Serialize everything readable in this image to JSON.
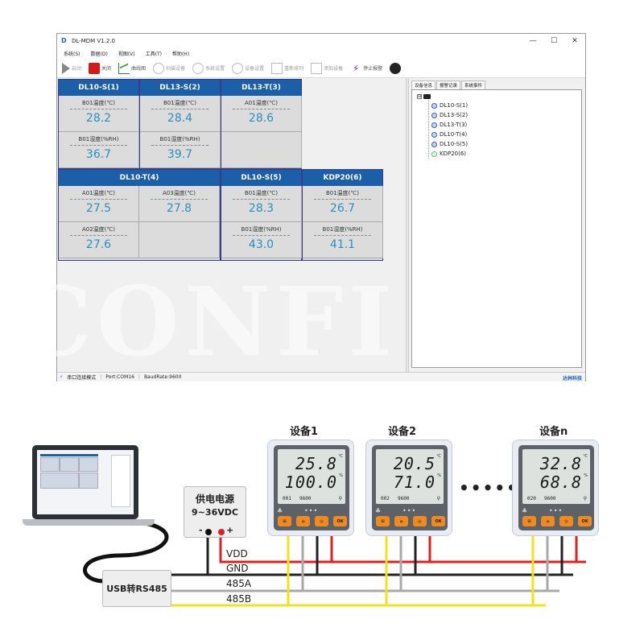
{
  "window": {
    "title": "DL-MDM V1.2.0",
    "app_icon": "D",
    "controls": [
      "—",
      "☐",
      "✕"
    ]
  },
  "menu": [
    "系统(S)",
    "数据(D)",
    "视图(V)",
    "工具(T)",
    "帮助(H)"
  ],
  "toolbar": [
    {
      "label": "启动",
      "icon": "play-icon",
      "enabled": false
    },
    {
      "label": "关闭",
      "icon": "stop-icon",
      "enabled": true
    },
    {
      "label": "曲线图",
      "icon": "curve-icon",
      "enabled": true
    },
    {
      "label": "扫描设备",
      "icon": "scan-icon",
      "enabled": false
    },
    {
      "label": "系统设置",
      "icon": "gear-icon",
      "enabled": false
    },
    {
      "label": "设备设置",
      "icon": "device-settings-icon",
      "enabled": false
    },
    {
      "label": "重新排列",
      "icon": "arrange-icon",
      "enabled": false
    },
    {
      "label": "添加设备",
      "icon": "add-device-icon",
      "enabled": false
    },
    {
      "label": "停止报警",
      "icon": "alarm-icon",
      "enabled": true
    }
  ],
  "cards": [
    {
      "title": "DL10-S(1)",
      "cells": [
        {
          "label": "B01温度(℃)",
          "value": "28.2"
        },
        {
          "label": "B01湿度(%RH)",
          "value": "36.7"
        }
      ]
    },
    {
      "title": "DL13-S(2)",
      "cells": [
        {
          "label": "B01温度(℃)",
          "value": "28.4"
        },
        {
          "label": "B01湿度(%RH)",
          "value": "39.7"
        }
      ]
    },
    {
      "title": "DL13-T(3)",
      "cells": [
        {
          "label": "A01温度(℃)",
          "value": "28.6"
        }
      ]
    },
    {
      "title": "DL10-T(4)",
      "cells": [
        {
          "label": "A01温度(℃)",
          "value": "27.5"
        },
        {
          "label": "A03温度(℃)",
          "value": "27.8"
        },
        {
          "label": "A02温度(℃)",
          "value": "27.6"
        }
      ]
    },
    {
      "title": "DL10-S(5)",
      "cells": [
        {
          "label": "B01温度(℃)",
          "value": "28.3"
        },
        {
          "label": "B01湿度(%RH)",
          "value": "43.0"
        }
      ]
    },
    {
      "title": "KDP20(6)",
      "cells": [
        {
          "label": "B01温度(℃)",
          "value": "26.7"
        },
        {
          "label": "B01湿度(%RH)",
          "value": "41.1"
        }
      ]
    }
  ],
  "side_tabs": [
    "设备信息",
    "报警记录",
    "系统事件"
  ],
  "tree": {
    "root_toggle": "⊟",
    "nodes": [
      "DL10-S(1)",
      "DL13-S(2)",
      "DL13-T(3)",
      "DL10-T(4)",
      "DL10-S(5)",
      "KDP20(6)"
    ]
  },
  "status": {
    "mode": "串口连接模式",
    "port": "Port:COM16",
    "baud": "BaudRate:9600",
    "brand": "达林科技"
  },
  "watermark": "CONFI",
  "diagram": {
    "psu_title": "供电电源",
    "psu_voltage": "9~36VDC",
    "psu_minus": "-",
    "psu_plus": "+",
    "converter": "USB转RS485",
    "bus": [
      "VDD",
      "GND",
      "485A",
      "485B"
    ],
    "ellipsis": "••••••",
    "devices": [
      {
        "title": "设备1",
        "temp": "25.8",
        "humi": "100.0",
        "id": "001",
        "baud": "9600"
      },
      {
        "title": "设备2",
        "temp": "20.5",
        "humi": "71.0",
        "id": "002",
        "baud": "9600"
      },
      {
        "title": "设备n",
        "temp": "32.8",
        "humi": "68.8",
        "id": "020",
        "baud": "9600"
      }
    ],
    "button_labels": [
      "⊟",
      "⌂",
      "◎",
      "OK"
    ],
    "colors": {
      "vdd": "#e02020",
      "gnd": "#222222",
      "a485": "#a8a8a8",
      "b485": "#f2e21c",
      "accent": "#1b5fa8"
    }
  }
}
